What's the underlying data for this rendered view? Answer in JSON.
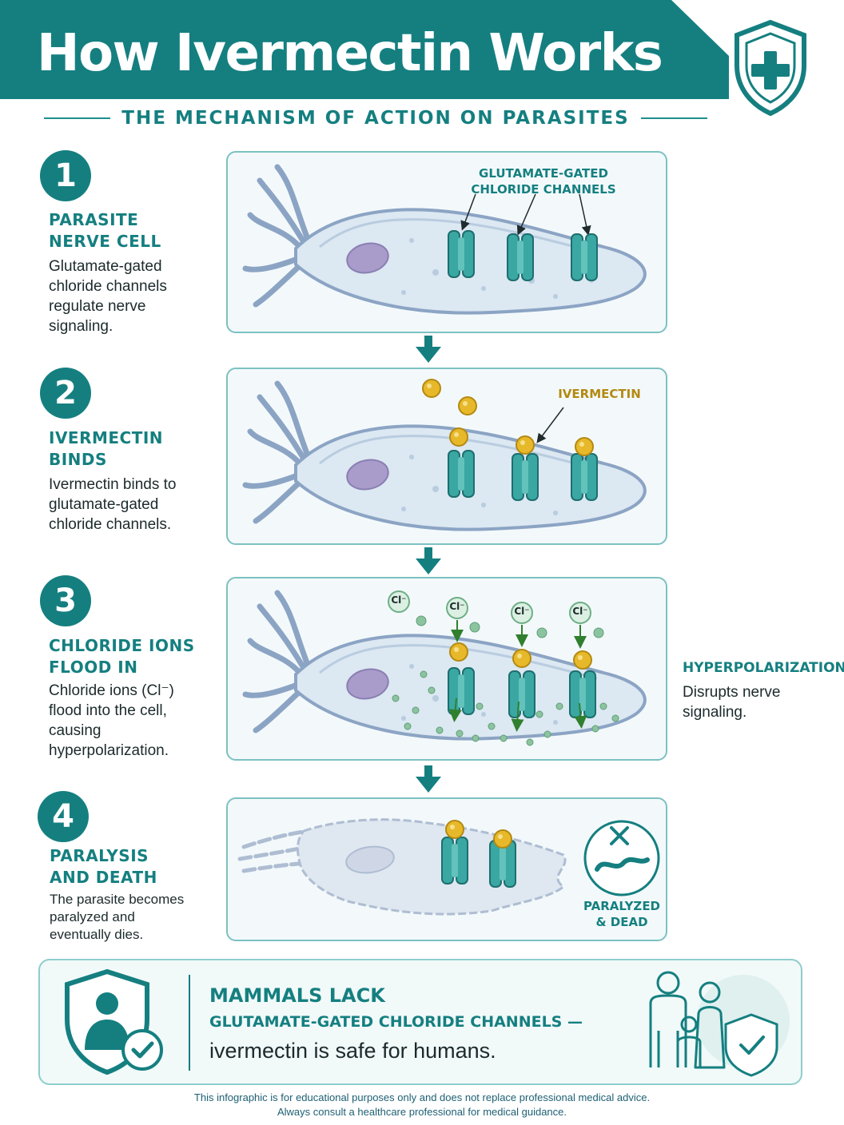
{
  "header": {
    "title": "How Ivermectin Works",
    "subtitle": "THE MECHANISM OF ACTION ON PARASITES"
  },
  "colors": {
    "brand_teal": "#157f80",
    "cell_fill": "#dce8f2",
    "nucleus": "#a99ccb",
    "ivermectin": "#e7b92a",
    "chloride": "#8cc4a0",
    "arrow_green": "#2f7f2f"
  },
  "icons": [
    "shield-plus-icon",
    "arrow-down-icon",
    "x-icon",
    "worm-icon",
    "shield-person-check-icon",
    "family-icon",
    "shield-check-icon"
  ],
  "steps": [
    {
      "number": "1",
      "title_line1": "PARASITE",
      "title_line2": "NERVE CELL",
      "desc_lines": [
        "Glutamate-gated",
        "chloride channels",
        "regulate nerve",
        "signaling."
      ],
      "label_line1": "GLUTAMATE-GATED",
      "label_line2": "CHLORIDE CHANNELS"
    },
    {
      "number": "2",
      "title_line1": "IVERMECTIN",
      "title_line2": "BINDS",
      "desc_lines": [
        "Ivermectin binds to",
        "glutamate-gated",
        "chloride channels."
      ],
      "label": "IVERMECTIN"
    },
    {
      "number": "3",
      "title_line1": "CHLORIDE IONS",
      "title_line2": "FLOOD IN",
      "desc_lines": [
        "Chloride ions (Cl⁻)",
        "flood into the cell,",
        "causing",
        "hyperpolarization."
      ],
      "ion_label": "Cl⁻"
    },
    {
      "number": "4",
      "title_line1": "PARALYSIS",
      "title_line2": "AND DEATH",
      "desc_lines": [
        "The parasite becomes",
        "paralyzed and",
        "eventually dies."
      ],
      "status_line1": "PARALYZED",
      "status_line2": "& DEAD"
    }
  ],
  "side_note": {
    "title": "HYPERPOLARIZATION",
    "desc_lines": [
      "Disrupts nerve",
      "signaling."
    ]
  },
  "bottom": {
    "line1": "MAMMALS LACK",
    "line2": "GLUTAMATE-GATED CHLORIDE CHANNELS —",
    "line3": "ivermectin is safe for humans."
  },
  "disclaimer": {
    "line1": "This infographic is for educational purposes only and does not replace professional medical advice.",
    "line2": "Always consult a healthcare professional for medical guidance."
  }
}
